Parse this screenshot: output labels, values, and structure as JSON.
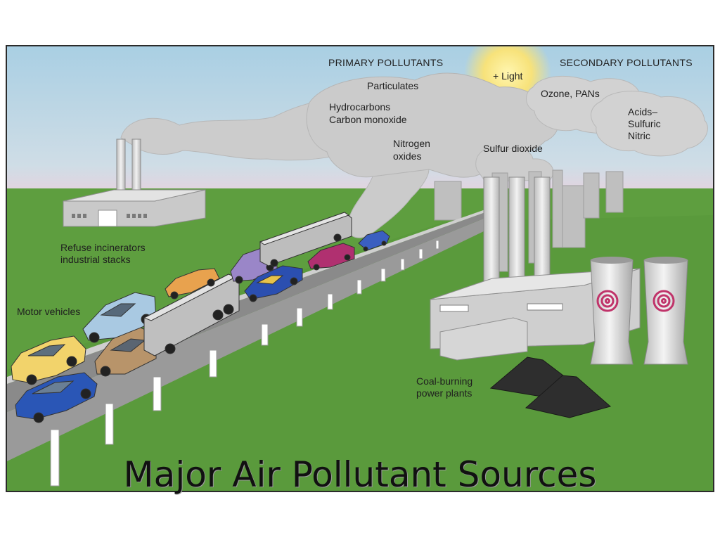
{
  "headers": {
    "primary": "PRIMARY POLLUTANTS",
    "secondary": "SECONDARY POLLUTANTS"
  },
  "pollutants": {
    "particulates": "Particulates",
    "hydrocarbons": "Hydrocarbons",
    "carbon_monoxide": "Carbon monoxide",
    "nitrogen_line1": "Nitrogen",
    "nitrogen_line2": "oxides",
    "sulfur_dioxide": "Sulfur dioxide",
    "light": "+ Light",
    "ozone": "Ozone, PANs",
    "acids_line1": "Acids–",
    "acids_line2": "Sulfuric",
    "acids_line3": "Nitric"
  },
  "sources": {
    "refuse_line1": "Refuse incinerators",
    "refuse_line2": "industrial stacks",
    "motor_vehicles": "Motor vehicles",
    "coal_line1": "Coal-burning",
    "coal_line2": "power plants"
  },
  "title": "Major Air Pollutant Sources",
  "colors": {
    "sky": "#a9cfe3",
    "ground": "#5e9e3f",
    "smoke": "#c9c9c9",
    "sun": "#f7e27a"
  }
}
